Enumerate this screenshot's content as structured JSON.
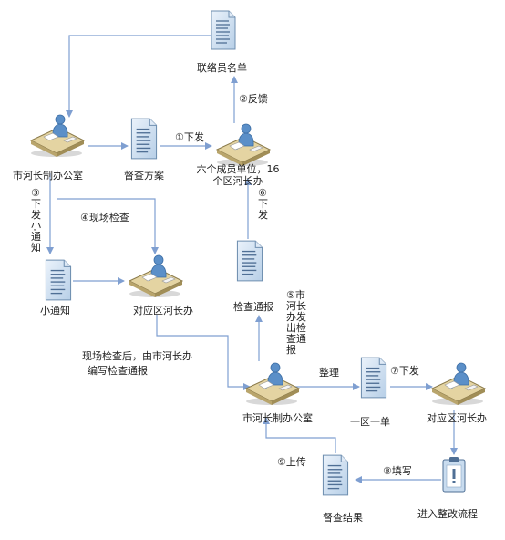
{
  "nodes": {
    "contact_list": "联络员名单",
    "city_office_top": "市河长制办公室",
    "inspection_plan": "督查方案",
    "members": "六个成员单位，16个区河长办",
    "small_notice": "小通知",
    "district_office_mid": "对应区河长办",
    "inspection_report": "检查通报",
    "city_office_bottom": "市河长制办公室",
    "one_district_one_list": "一区一单",
    "district_office_right": "对应区河长办",
    "inspection_result": "督查结果",
    "rectification": "进入整改流程"
  },
  "edges": {
    "e1": "①下发",
    "e2": "②反馈",
    "e3": "③下发小通知",
    "e4": "④现场检查",
    "e5": "⑤市河长办发出检查通报",
    "e6": "⑥下发",
    "e7": "⑦下发",
    "e8": "⑧填写",
    "e9": "⑨上传",
    "organize": "整理"
  },
  "notes": {
    "onsite_note_line1": "现场检查后，由市河长办",
    "onsite_note_line2": "编写检查通报"
  },
  "colors": {
    "arrow": "#7f9fd1",
    "doc_fill": "#c9dcef",
    "doc_stroke": "#6f8fb0",
    "person": "#5b8fc8",
    "desk": "#e4d4a2"
  }
}
